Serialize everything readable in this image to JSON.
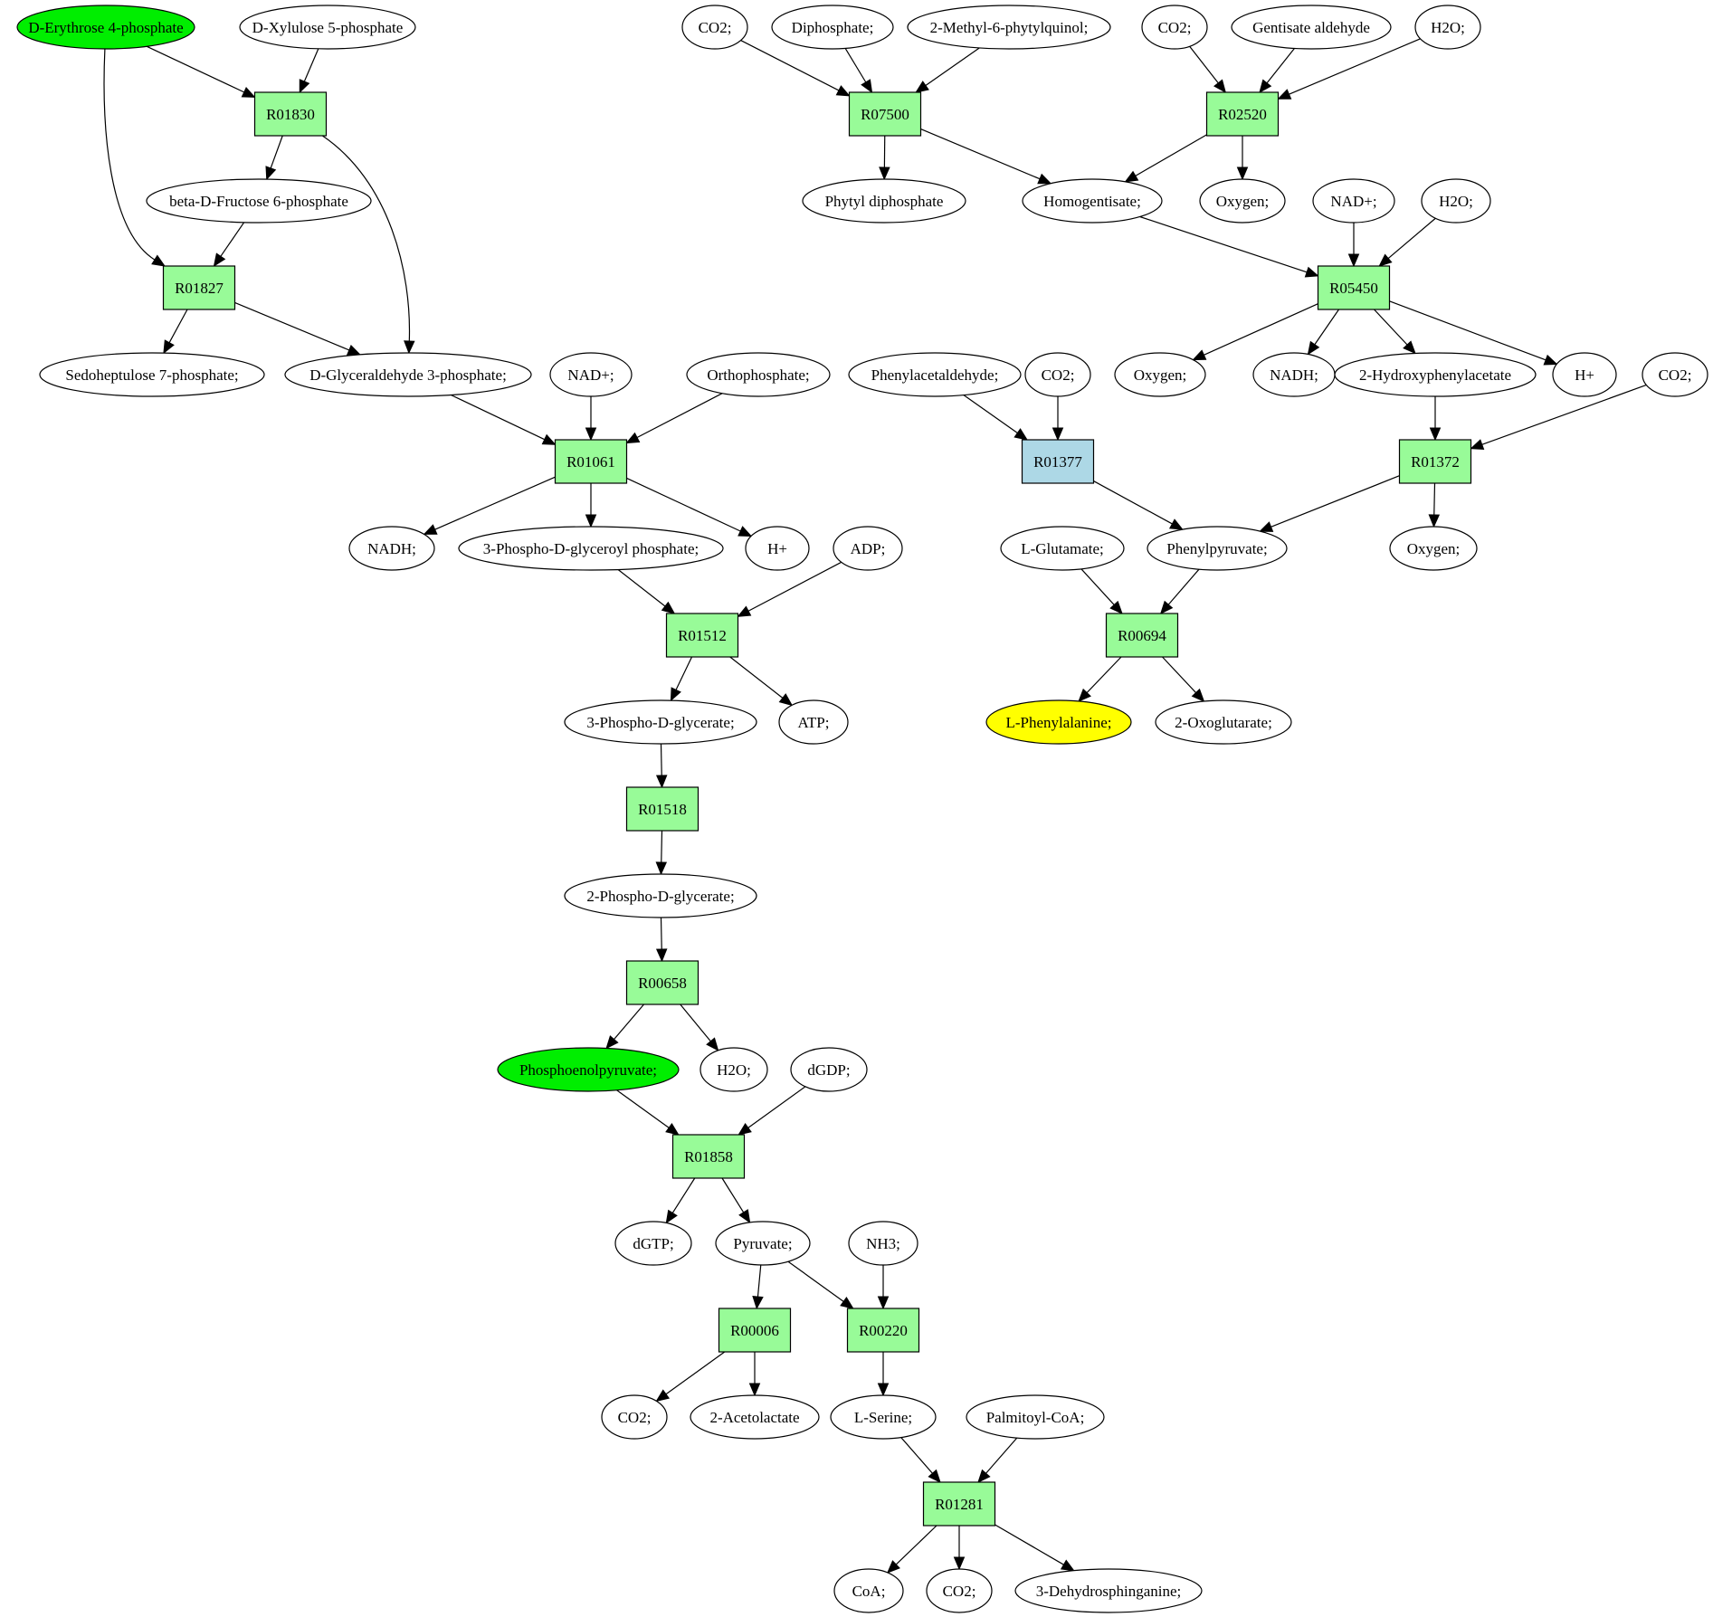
{
  "colors": {
    "metabolite": "#ffffff",
    "reaction": "#98fb98",
    "reaction_highlight": "#add8e6",
    "start_metabolite": "#00ee00",
    "target_metabolite": "#ffff00",
    "stroke": "#000000"
  },
  "nodes": [
    {
      "id": "m_e4p",
      "kind": "metabolite",
      "label": "D-Erythrose 4-phosphate",
      "fill": "start_metabolite"
    },
    {
      "id": "m_x5p",
      "kind": "metabolite",
      "label": "D-Xylulose 5-phosphate"
    },
    {
      "id": "m_co2_a",
      "kind": "metabolite",
      "label": "CO2;"
    },
    {
      "id": "m_diphos",
      "kind": "metabolite",
      "label": "Diphosphate;"
    },
    {
      "id": "m_mpq",
      "kind": "metabolite",
      "label": "2-Methyl-6-phytylquinol;"
    },
    {
      "id": "m_co2_b",
      "kind": "metabolite",
      "label": "CO2;"
    },
    {
      "id": "m_gent",
      "kind": "metabolite",
      "label": "Gentisate aldehyde"
    },
    {
      "id": "m_h2o_a",
      "kind": "metabolite",
      "label": "H2O;"
    },
    {
      "id": "r_R01830",
      "kind": "reaction",
      "label": "R01830"
    },
    {
      "id": "r_R07500",
      "kind": "reaction",
      "label": "R07500"
    },
    {
      "id": "r_R02520",
      "kind": "reaction",
      "label": "R02520"
    },
    {
      "id": "m_f6p",
      "kind": "metabolite",
      "label": "beta-D-Fructose 6-phosphate"
    },
    {
      "id": "m_phytyl",
      "kind": "metabolite",
      "label": "Phytyl diphosphate"
    },
    {
      "id": "m_homog",
      "kind": "metabolite",
      "label": "Homogentisate;"
    },
    {
      "id": "m_oxy_a",
      "kind": "metabolite",
      "label": "Oxygen;"
    },
    {
      "id": "m_nad_a",
      "kind": "metabolite",
      "label": "NAD+;"
    },
    {
      "id": "m_h2o_b",
      "kind": "metabolite",
      "label": "H2O;"
    },
    {
      "id": "r_R01827",
      "kind": "reaction",
      "label": "R01827"
    },
    {
      "id": "r_R05450",
      "kind": "reaction",
      "label": "R05450"
    },
    {
      "id": "m_s7p",
      "kind": "metabolite",
      "label": "Sedoheptulose 7-phosphate;"
    },
    {
      "id": "m_g3p",
      "kind": "metabolite",
      "label": "D-Glyceraldehyde 3-phosphate;"
    },
    {
      "id": "m_nad_b",
      "kind": "metabolite",
      "label": "NAD+;"
    },
    {
      "id": "m_ortho",
      "kind": "metabolite",
      "label": "Orthophosphate;"
    },
    {
      "id": "m_phac",
      "kind": "metabolite",
      "label": "Phenylacetaldehyde;"
    },
    {
      "id": "m_co2_c",
      "kind": "metabolite",
      "label": "CO2;"
    },
    {
      "id": "m_oxy_b",
      "kind": "metabolite",
      "label": "Oxygen;"
    },
    {
      "id": "m_nadh_a",
      "kind": "metabolite",
      "label": "NADH;"
    },
    {
      "id": "m_2hpa",
      "kind": "metabolite",
      "label": "2-Hydroxyphenylacetate"
    },
    {
      "id": "m_hplus_a",
      "kind": "metabolite",
      "label": "H+"
    },
    {
      "id": "m_co2_d",
      "kind": "metabolite",
      "label": "CO2;"
    },
    {
      "id": "r_R01061",
      "kind": "reaction",
      "label": "R01061"
    },
    {
      "id": "r_R01377",
      "kind": "reaction",
      "label": "R01377",
      "fill": "reaction_highlight"
    },
    {
      "id": "r_R01372",
      "kind": "reaction",
      "label": "R01372"
    },
    {
      "id": "m_nadh_b",
      "kind": "metabolite",
      "label": "NADH;"
    },
    {
      "id": "m_3pgp",
      "kind": "metabolite",
      "label": "3-Phospho-D-glyceroyl phosphate;"
    },
    {
      "id": "m_hplus_b",
      "kind": "metabolite",
      "label": "H+"
    },
    {
      "id": "m_adp",
      "kind": "metabolite",
      "label": "ADP;"
    },
    {
      "id": "m_glu",
      "kind": "metabolite",
      "label": "L-Glutamate;"
    },
    {
      "id": "m_phpyr",
      "kind": "metabolite",
      "label": "Phenylpyruvate;"
    },
    {
      "id": "m_oxy_c",
      "kind": "metabolite",
      "label": "Oxygen;"
    },
    {
      "id": "r_R01512",
      "kind": "reaction",
      "label": "R01512"
    },
    {
      "id": "r_R00694",
      "kind": "reaction",
      "label": "R00694"
    },
    {
      "id": "m_3pg",
      "kind": "metabolite",
      "label": "3-Phospho-D-glycerate;"
    },
    {
      "id": "m_atp",
      "kind": "metabolite",
      "label": "ATP;"
    },
    {
      "id": "m_phe",
      "kind": "metabolite",
      "label": "L-Phenylalanine;",
      "fill": "target_metabolite"
    },
    {
      "id": "m_2og",
      "kind": "metabolite",
      "label": "2-Oxoglutarate;"
    },
    {
      "id": "r_R01518",
      "kind": "reaction",
      "label": "R01518"
    },
    {
      "id": "m_2pg",
      "kind": "metabolite",
      "label": "2-Phospho-D-glycerate;"
    },
    {
      "id": "r_R00658",
      "kind": "reaction",
      "label": "R00658"
    },
    {
      "id": "m_pep",
      "kind": "metabolite",
      "label": "Phosphoenolpyruvate;",
      "fill": "start_metabolite"
    },
    {
      "id": "m_h2o_c",
      "kind": "metabolite",
      "label": "H2O;"
    },
    {
      "id": "m_dgdp",
      "kind": "metabolite",
      "label": "dGDP;"
    },
    {
      "id": "r_R01858",
      "kind": "reaction",
      "label": "R01858"
    },
    {
      "id": "m_dgtp",
      "kind": "metabolite",
      "label": "dGTP;"
    },
    {
      "id": "m_pyr",
      "kind": "metabolite",
      "label": "Pyruvate;"
    },
    {
      "id": "m_nh3",
      "kind": "metabolite",
      "label": "NH3;"
    },
    {
      "id": "r_R00006",
      "kind": "reaction",
      "label": "R00006"
    },
    {
      "id": "r_R00220",
      "kind": "reaction",
      "label": "R00220"
    },
    {
      "id": "m_co2_e",
      "kind": "metabolite",
      "label": "CO2;"
    },
    {
      "id": "m_acetolac",
      "kind": "metabolite",
      "label": "2-Acetolactate"
    },
    {
      "id": "m_ser",
      "kind": "metabolite",
      "label": "L-Serine;"
    },
    {
      "id": "m_palm",
      "kind": "metabolite",
      "label": "Palmitoyl-CoA;"
    },
    {
      "id": "r_R01281",
      "kind": "reaction",
      "label": "R01281"
    },
    {
      "id": "m_coa",
      "kind": "metabolite",
      "label": "CoA;"
    },
    {
      "id": "m_co2_f",
      "kind": "metabolite",
      "label": "CO2;"
    },
    {
      "id": "m_dhs",
      "kind": "metabolite",
      "label": "3-Dehydrosphinganine;"
    }
  ],
  "edges": [
    [
      "m_e4p",
      "r_R01830"
    ],
    [
      "m_x5p",
      "r_R01830"
    ],
    [
      "r_R01830",
      "m_f6p"
    ],
    [
      "r_R01830",
      "m_g3p"
    ],
    [
      "m_e4p",
      "r_R01827"
    ],
    [
      "m_f6p",
      "r_R01827"
    ],
    [
      "r_R01827",
      "m_s7p"
    ],
    [
      "r_R01827",
      "m_g3p"
    ],
    [
      "m_co2_a",
      "r_R07500"
    ],
    [
      "m_diphos",
      "r_R07500"
    ],
    [
      "m_mpq",
      "r_R07500"
    ],
    [
      "r_R07500",
      "m_phytyl"
    ],
    [
      "r_R07500",
      "m_homog"
    ],
    [
      "m_co2_b",
      "r_R02520"
    ],
    [
      "m_gent",
      "r_R02520"
    ],
    [
      "m_h2o_a",
      "r_R02520"
    ],
    [
      "r_R02520",
      "m_homog"
    ],
    [
      "r_R02520",
      "m_oxy_a"
    ],
    [
      "m_homog",
      "r_R05450"
    ],
    [
      "m_nad_a",
      "r_R05450"
    ],
    [
      "m_h2o_b",
      "r_R05450"
    ],
    [
      "r_R05450",
      "m_oxy_b"
    ],
    [
      "r_R05450",
      "m_nadh_a"
    ],
    [
      "r_R05450",
      "m_2hpa"
    ],
    [
      "r_R05450",
      "m_hplus_a"
    ],
    [
      "m_g3p",
      "r_R01061"
    ],
    [
      "m_nad_b",
      "r_R01061"
    ],
    [
      "m_ortho",
      "r_R01061"
    ],
    [
      "r_R01061",
      "m_nadh_b"
    ],
    [
      "r_R01061",
      "m_3pgp"
    ],
    [
      "r_R01061",
      "m_hplus_b"
    ],
    [
      "m_phac",
      "r_R01377"
    ],
    [
      "m_co2_c",
      "r_R01377"
    ],
    [
      "r_R01377",
      "m_phpyr"
    ],
    [
      "m_2hpa",
      "r_R01372"
    ],
    [
      "m_co2_d",
      "r_R01372"
    ],
    [
      "r_R01372",
      "m_phpyr"
    ],
    [
      "r_R01372",
      "m_oxy_c"
    ],
    [
      "m_3pgp",
      "r_R01512"
    ],
    [
      "m_adp",
      "r_R01512"
    ],
    [
      "r_R01512",
      "m_3pg"
    ],
    [
      "r_R01512",
      "m_atp"
    ],
    [
      "m_glu",
      "r_R00694"
    ],
    [
      "m_phpyr",
      "r_R00694"
    ],
    [
      "r_R00694",
      "m_phe"
    ],
    [
      "r_R00694",
      "m_2og"
    ],
    [
      "m_3pg",
      "r_R01518"
    ],
    [
      "r_R01518",
      "m_2pg"
    ],
    [
      "m_2pg",
      "r_R00658"
    ],
    [
      "r_R00658",
      "m_pep"
    ],
    [
      "r_R00658",
      "m_h2o_c"
    ],
    [
      "m_pep",
      "r_R01858"
    ],
    [
      "m_dgdp",
      "r_R01858"
    ],
    [
      "r_R01858",
      "m_dgtp"
    ],
    [
      "r_R01858",
      "m_pyr"
    ],
    [
      "m_pyr",
      "r_R00006"
    ],
    [
      "r_R00006",
      "m_co2_e"
    ],
    [
      "r_R00006",
      "m_acetolac"
    ],
    [
      "m_pyr",
      "r_R00220"
    ],
    [
      "m_nh3",
      "r_R00220"
    ],
    [
      "r_R00220",
      "m_ser"
    ],
    [
      "m_ser",
      "r_R01281"
    ],
    [
      "m_palm",
      "r_R01281"
    ],
    [
      "r_R01281",
      "m_coa"
    ],
    [
      "r_R01281",
      "m_co2_f"
    ],
    [
      "r_R01281",
      "m_dhs"
    ]
  ]
}
